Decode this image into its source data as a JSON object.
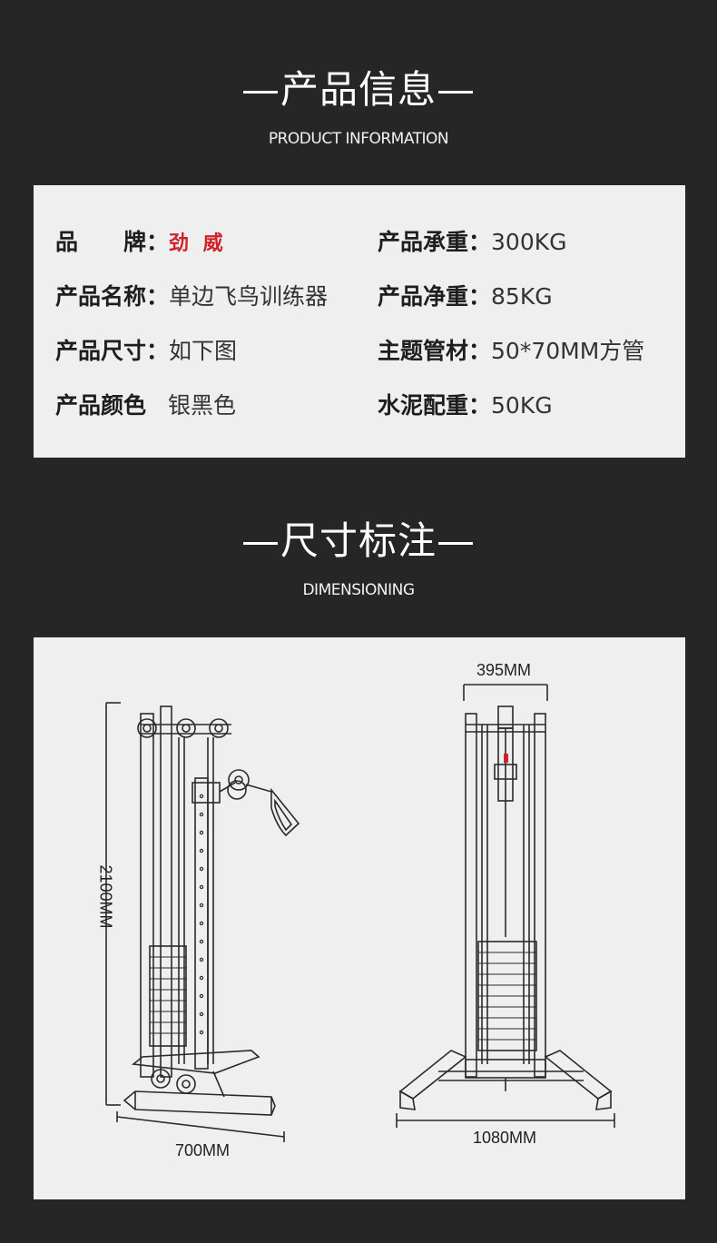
{
  "product_info": {
    "title": "—产品信息—",
    "subtitle": "PRODUCT INFORMATION",
    "rows_left": [
      {
        "label": "品　　牌：",
        "value": "劲 威"
      },
      {
        "label": "产品名称：",
        "value": "单边飞鸟训练器"
      },
      {
        "label": "产品尺寸：",
        "value": "如下图"
      },
      {
        "label": "产品颜色",
        "value": "银黑色"
      }
    ],
    "rows_right": [
      {
        "label": "产品承重：",
        "value": "300KG"
      },
      {
        "label": "产品净重：",
        "value": "85KG"
      },
      {
        "label": "主题管材：",
        "value": "50*70MM方管"
      },
      {
        "label": "水泥配重：",
        "value": "50KG"
      }
    ]
  },
  "dimensioning": {
    "title": "—尺寸标注—",
    "subtitle": "DIMENSIONING",
    "height_label": "2100MM",
    "depth_label": "700MM",
    "top_width_label": "395MM",
    "base_width_label": "1080MM"
  },
  "colors": {
    "background": "#262626",
    "panel": "#efefef",
    "brand": "#d0202a"
  }
}
